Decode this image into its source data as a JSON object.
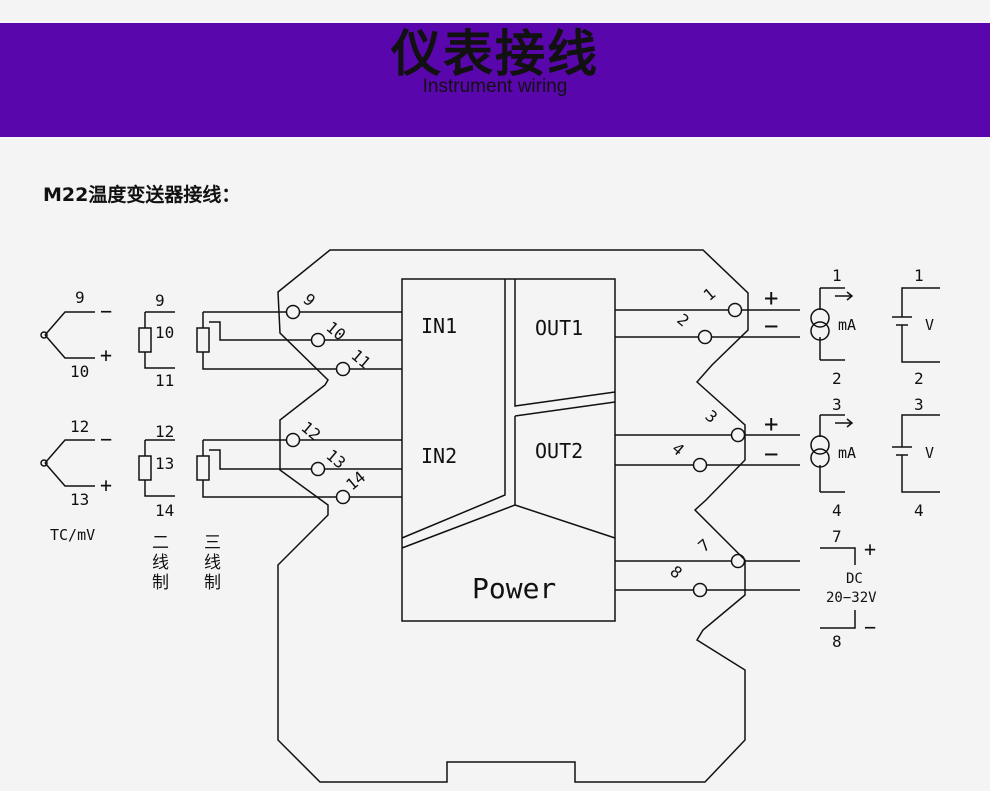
{
  "header": {
    "title": "仪表接线",
    "subtitle": "Instrument wiring",
    "bg_color": "#5a06ad"
  },
  "section_title": "M22温度变送器接线：",
  "diagram": {
    "blocks": {
      "in1": "IN1",
      "in2": "IN2",
      "out1": "OUT1",
      "out2": "OUT2",
      "power": "Power"
    },
    "input_terminals": [
      "9",
      "10",
      "11",
      "12",
      "13",
      "14"
    ],
    "output_terminals": [
      "1",
      "2",
      "3",
      "4",
      "7",
      "8"
    ],
    "input_group1": {
      "tc_top": "9",
      "tc_bottom": "10",
      "rtd_top": "9",
      "rtd_mid": "10",
      "rtd_bottom": "11"
    },
    "input_group2": {
      "tc_top": "12",
      "tc_bottom": "13",
      "rtd_top": "12",
      "rtd_mid": "13",
      "rtd_bottom": "14"
    },
    "signs": {
      "plus": "+",
      "minus": "−"
    },
    "labels": {
      "tc_mv": "TC/mV",
      "two_wire": "二\n线\n制",
      "three_wire": "三\n线\n制"
    },
    "output1": {
      "ma_top": "1",
      "ma_bottom": "2",
      "v_top": "1",
      "v_bottom": "2",
      "ma": "mA",
      "v": "V"
    },
    "output2": {
      "ma_top": "3",
      "ma_bottom": "4",
      "v_top": "3",
      "v_bottom": "4",
      "ma": "mA",
      "v": "V"
    },
    "power": {
      "top": "7",
      "bottom": "8",
      "dc": "DC",
      "range": "20−32V"
    }
  }
}
